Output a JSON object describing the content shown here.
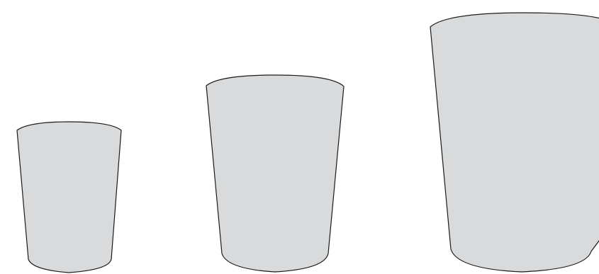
{
  "scene": {
    "background_color": "#ffffff",
    "cup_fill_color": "#d9dadb",
    "cup_outline_color": "#1a1a1a",
    "cups": [
      {
        "label": "",
        "size": "small"
      },
      {
        "label": "",
        "size": "medium"
      },
      {
        "label": "",
        "size": "large"
      }
    ]
  }
}
